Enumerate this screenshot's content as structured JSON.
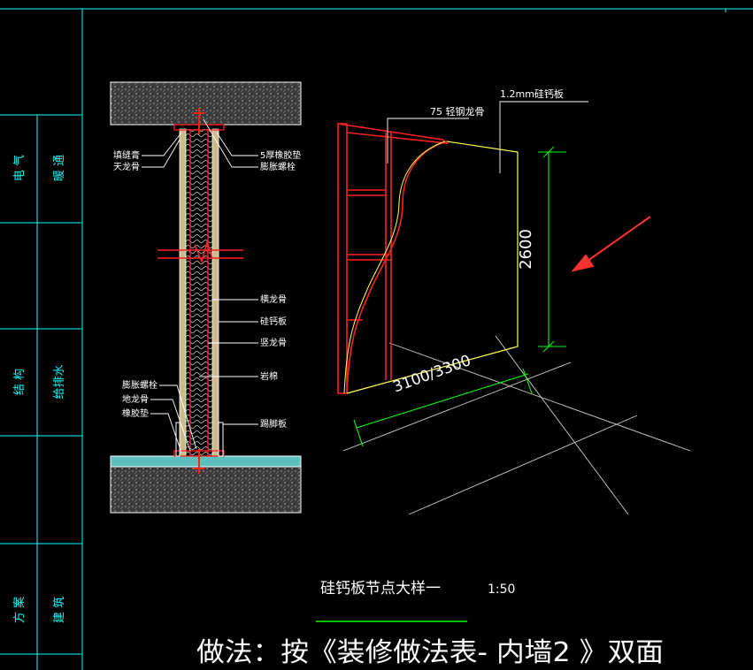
{
  "title_block": {
    "discipline_1": "电 气",
    "discipline_2": "暖 通",
    "discipline_3": "结 构",
    "discipline_4": "给排水",
    "discipline_5": "方 案",
    "discipline_6": "建 筑"
  },
  "section_labels": {
    "caulk": "填缝膏",
    "top_track": "天龙骨",
    "rubber_pad_top": "5厚橡胶垫",
    "expansion_bolt_top": "膨胀螺栓",
    "cross_stud": "横龙骨",
    "board": "硅钙板",
    "vertical_stud": "竖龙骨",
    "rock_wool": "岩棉",
    "expansion_bolt_bottom": "膨胀螺栓",
    "floor_track": "地龙骨",
    "rubber_pad_bottom": "橡胶垫",
    "skirting": "踢脚板"
  },
  "iso_labels": {
    "board_spec": "1.2mm硅钙板",
    "stud_spec": "75 轻钢龙骨",
    "height_dim": "2600",
    "width_dim": "3100/3300"
  },
  "caption": {
    "title": "硅钙板节点大样一",
    "scale": "1:50",
    "method": "做法：按《装修做法表- 内墙2 》双面"
  },
  "colors": {
    "frame": "#00ffff",
    "outline": "#ffffff",
    "stud_red": "#ff2020",
    "board_yellow": "#ffff55",
    "dim_green": "#00ff00",
    "arrow_red": "#ff3030",
    "hatch": "#9a9a9a",
    "floor_cyan": "#7fe8e8"
  }
}
